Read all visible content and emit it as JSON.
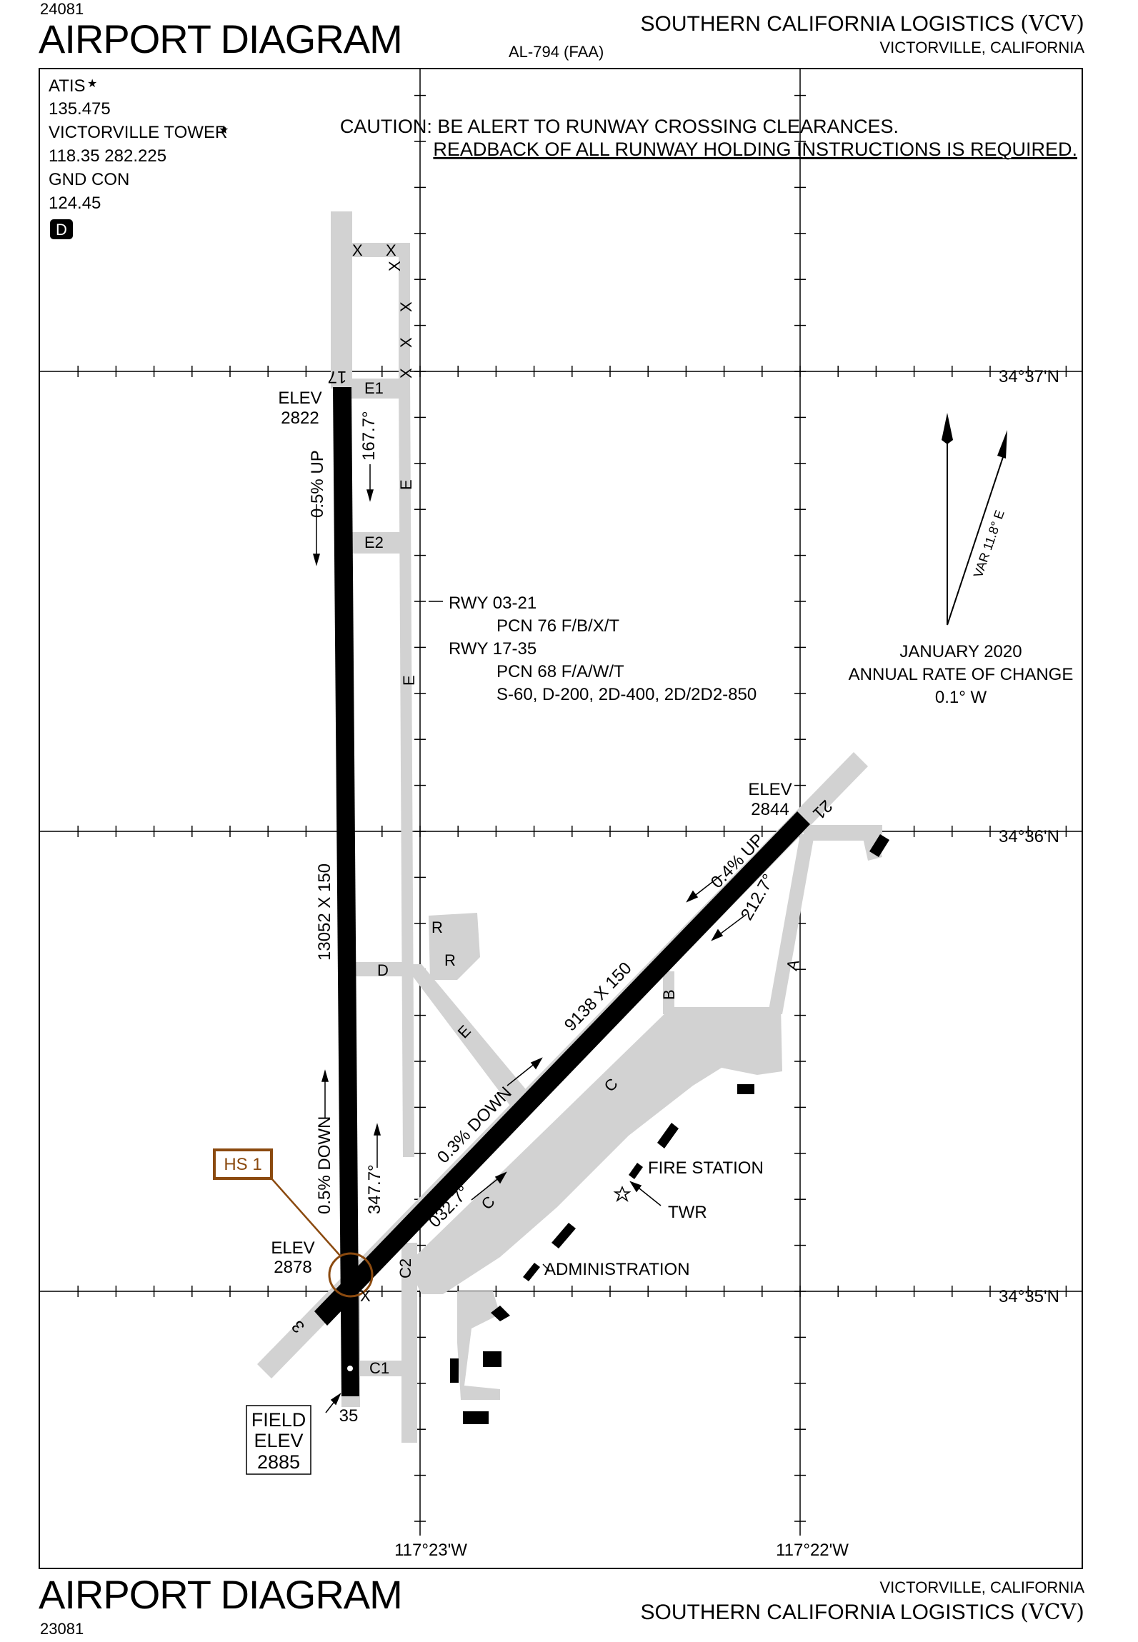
{
  "header": {
    "top_number": "24081",
    "title": "AIRPORT DIAGRAM",
    "doc_id": "AL-794 (FAA)",
    "airport_name": "SOUTHERN CALIFORNIA LOGISTICS",
    "airport_ident": "(VCV)",
    "city_state": "VICTORVILLE, CALIFORNIA"
  },
  "footer": {
    "bottom_number": "23081",
    "title": "AIRPORT DIAGRAM",
    "city_state": "VICTORVILLE, CALIFORNIA",
    "airport_name": "SOUTHERN CALIFORNIA LOGISTICS",
    "airport_ident": "(VCV)"
  },
  "frequencies": {
    "atis_label": "ATIS",
    "atis_freq": "135.475",
    "tower_label": "VICTORVILLE TOWER",
    "tower_freq": "118.35  282.225",
    "gnd_label": "GND CON",
    "gnd_freq": "124.45",
    "airspace_class": "D"
  },
  "caution": {
    "line1": "CAUTION: BE ALERT TO RUNWAY CROSSING CLEARANCES.",
    "line2": "READBACK OF ALL RUNWAY HOLDING INSTRUCTIONS IS REQUIRED."
  },
  "runway_info": {
    "rwy1": "RWY 03-21",
    "rwy1_pcn": "PCN 76 F/B/X/T",
    "rwy2": "RWY 17-35",
    "rwy2_pcn": "PCN 68 F/A/W/T",
    "rwy2_weights": "S-60, D-200, 2D-400, 2D/2D2-850"
  },
  "variation": {
    "label": "VAR 11.8° E",
    "date": "JANUARY 2020",
    "rate_label": "ANNUAL RATE OF CHANGE",
    "rate": "0.1° W"
  },
  "latitudes": [
    "34°37'N",
    "34°36'N",
    "34°35'N"
  ],
  "longitudes": [
    "117°23'W",
    "117°22'W"
  ],
  "runways": {
    "r17_35": {
      "end_north": "17",
      "end_south": "35",
      "dims": "13052 X 150",
      "heading_south": "167.7°",
      "heading_north": "347.7°",
      "slope_north": "0.5% UP",
      "slope_south": "0.5% DOWN"
    },
    "r03_21": {
      "end_sw": "3",
      "end_ne": "21",
      "dims": "9138 X 150",
      "heading_ne": "032.7°",
      "heading_sw": "212.7°",
      "slope_ne": "0.3% DOWN",
      "slope_sw": "0.4% UP"
    }
  },
  "elevations": {
    "elev_label": "ELEV",
    "elev_17": "2822",
    "elev_21": "2844",
    "elev_sw": "2878",
    "field_label_1": "FIELD",
    "field_label_2": "ELEV",
    "field_elev": "2885"
  },
  "hotspot": "HS 1",
  "taxiways": {
    "x": "X",
    "e": "E",
    "e1": "E1",
    "e2": "E2",
    "d": "D",
    "r": "R",
    "c": "C",
    "c1": "C1",
    "c2": "C2",
    "b": "B",
    "a": "A"
  },
  "buildings": {
    "fire_station": "FIRE STATION",
    "twr": "TWR",
    "administration": "ADMINISTRATION"
  },
  "colors": {
    "runway": "#000000",
    "taxiway": "#d2d2d2",
    "hotspot": "#8b4a0f",
    "gridline": "#000000"
  }
}
